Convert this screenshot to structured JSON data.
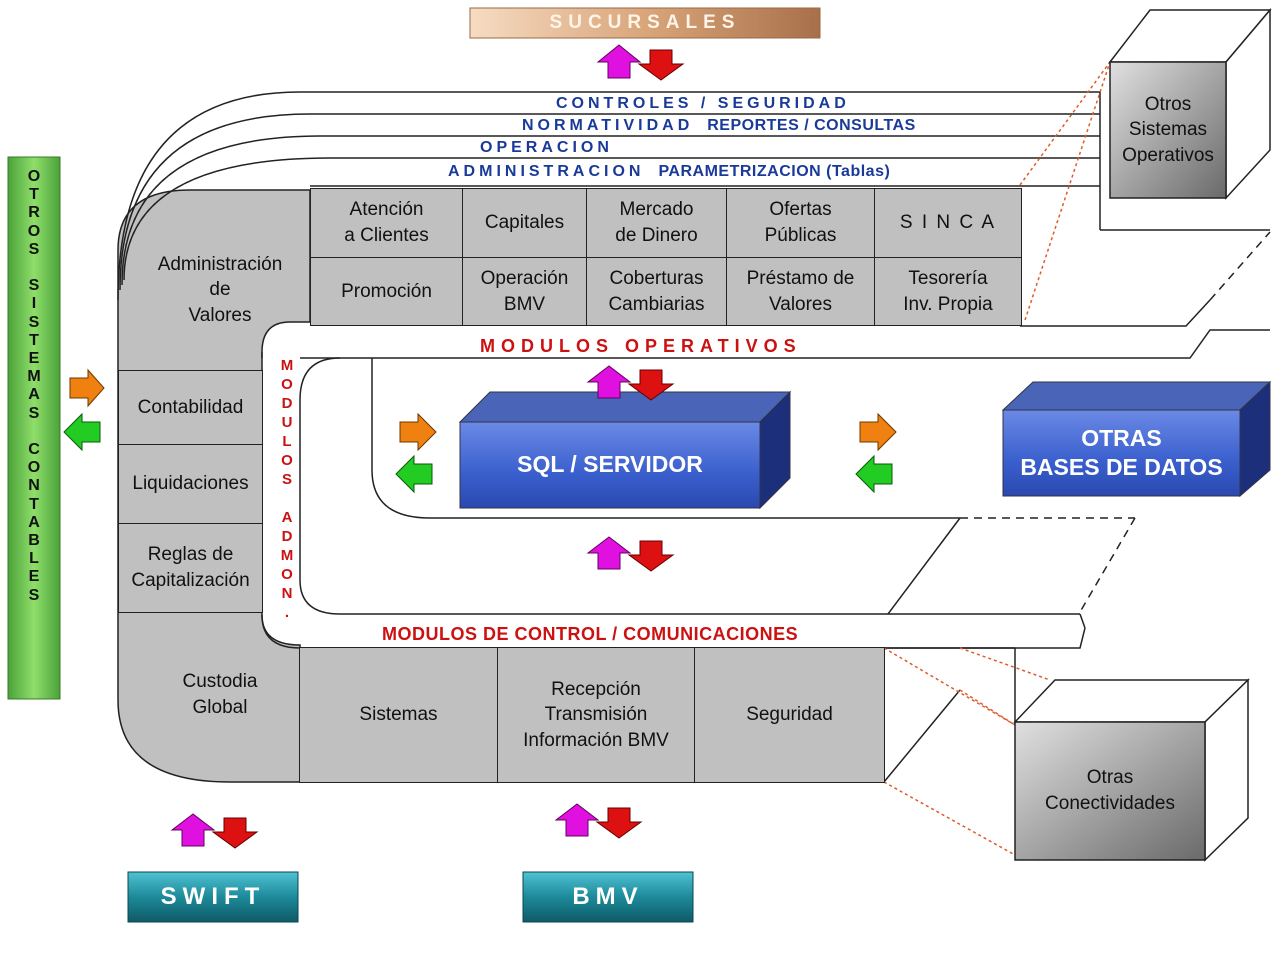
{
  "top_badge": "SUCURSALES",
  "lanes": {
    "controles": "CONTROLES / SEGURIDAD",
    "normatividad": "NORMATIVIDAD",
    "normatividad_sub": "REPORTES / CONSULTAS",
    "operacion": "OPERACION",
    "administracion": "ADMINISTRACION",
    "administracion_sub": "PARAMETRIZACION (Tablas)"
  },
  "grid_row1": [
    "Atención\na Clientes",
    "Capitales",
    "Mercado\nde Dinero",
    "Ofertas\nPúblicas",
    "S I N C A"
  ],
  "grid_row2": [
    "Promoción",
    "Operación\nBMV",
    "Coberturas\nCambiarias",
    "Préstamo de\nValores",
    "Tesorería\nInv. Propia"
  ],
  "admin_valores": "Administración\nde\nValores",
  "left_cells": [
    "Contabilidad",
    "Liquidaciones",
    "Reglas de\nCapitalización"
  ],
  "custodia": "Custodia\nGlobal",
  "modulos_operativos": "MODULOS OPERATIVOS",
  "modulos_admon_vertical": "MODULOS ADMON.",
  "sql_servidor": "SQL / SERVIDOR",
  "otras_bases": "OTRAS\nBASES DE DATOS",
  "modulos_control": "MODULOS DE CONTROL / COMUNICACIONES",
  "bottom_cells": [
    "Sistemas",
    "Recepción\nTransmisión\nInformación BMV",
    "Seguridad"
  ],
  "otros_sistemas_operativos": "Otros\nSistemas\nOperativos",
  "otras_conectividades": "Otras\nConectividades",
  "otros_sistemas_contables": "OTROS SISTEMAS CONTABLES",
  "swift": "SWIFT",
  "bmv": "BMV",
  "colors": {
    "cell_gray": "#c0c0c0",
    "lane_blue": "#1a3a9a",
    "lane_red": "#cc1111",
    "db_blue": "#3a5fcd",
    "teal_button": "#1d8a9a",
    "green_bar": "#6cc24a",
    "sucursales_tan": "#d9a57a"
  }
}
